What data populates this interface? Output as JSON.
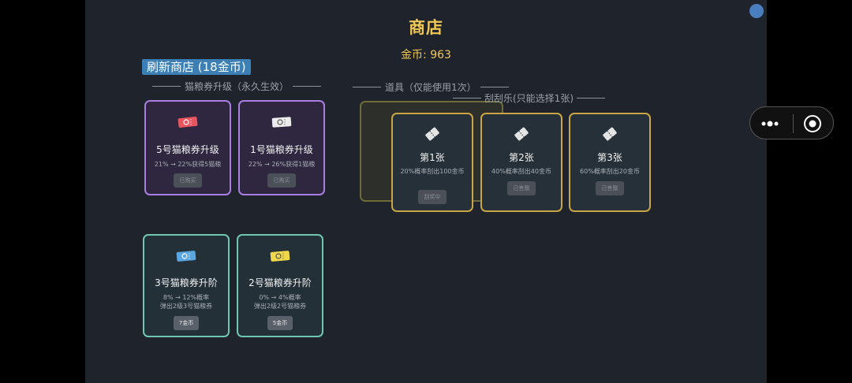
{
  "shop": {
    "title": "商店",
    "coins": "金币: 963",
    "refresh_label": "刷新商店 (18金币)"
  },
  "sections": {
    "upgrade": "猫粮券升级（永久生效）",
    "items": "道具（仅能使用1次）",
    "scratch": "刮刮乐(只能选择1张)"
  },
  "upgrade_cards": [
    {
      "name": "5号猫粮券升级",
      "desc": "21% → 22%获得5猫粮",
      "button": "已购买",
      "ticket_color": "#e8555f"
    },
    {
      "name": "1号猫粮券升级",
      "desc": "22% → 26%获得1猫粮",
      "button": "已购买",
      "ticket_color": "#e8e8e8"
    }
  ],
  "advance_cards": [
    {
      "name": "3号猫粮券升阶",
      "desc_line1": "8% → 12%概率",
      "desc_line2": "弹出2级3号猫粮券",
      "button": "7金币",
      "ticket_color": "#5aa6e0"
    },
    {
      "name": "2号猫粮券升阶",
      "desc_line1": "0% → 4%概率",
      "desc_line2": "弹出2级2号猫粮券",
      "button": "5金币",
      "ticket_color": "#f0d84a"
    }
  ],
  "scratch_cards": [
    {
      "name": "第1张",
      "desc": "20%概率刮出100金币",
      "button": "刮奖中"
    },
    {
      "name": "第2张",
      "desc": "40%概率刮出40金币",
      "button": "已售罄"
    },
    {
      "name": "第3张",
      "desc": "60%概率刮出20金币",
      "button": "已售罄"
    }
  ],
  "colors": {
    "accent_gold": "#f0c955",
    "purple_border": "#a97ee0",
    "teal_border": "#6fc7b0",
    "gold_border": "#c9a546",
    "refresh_blue": "#3b7fb4"
  }
}
